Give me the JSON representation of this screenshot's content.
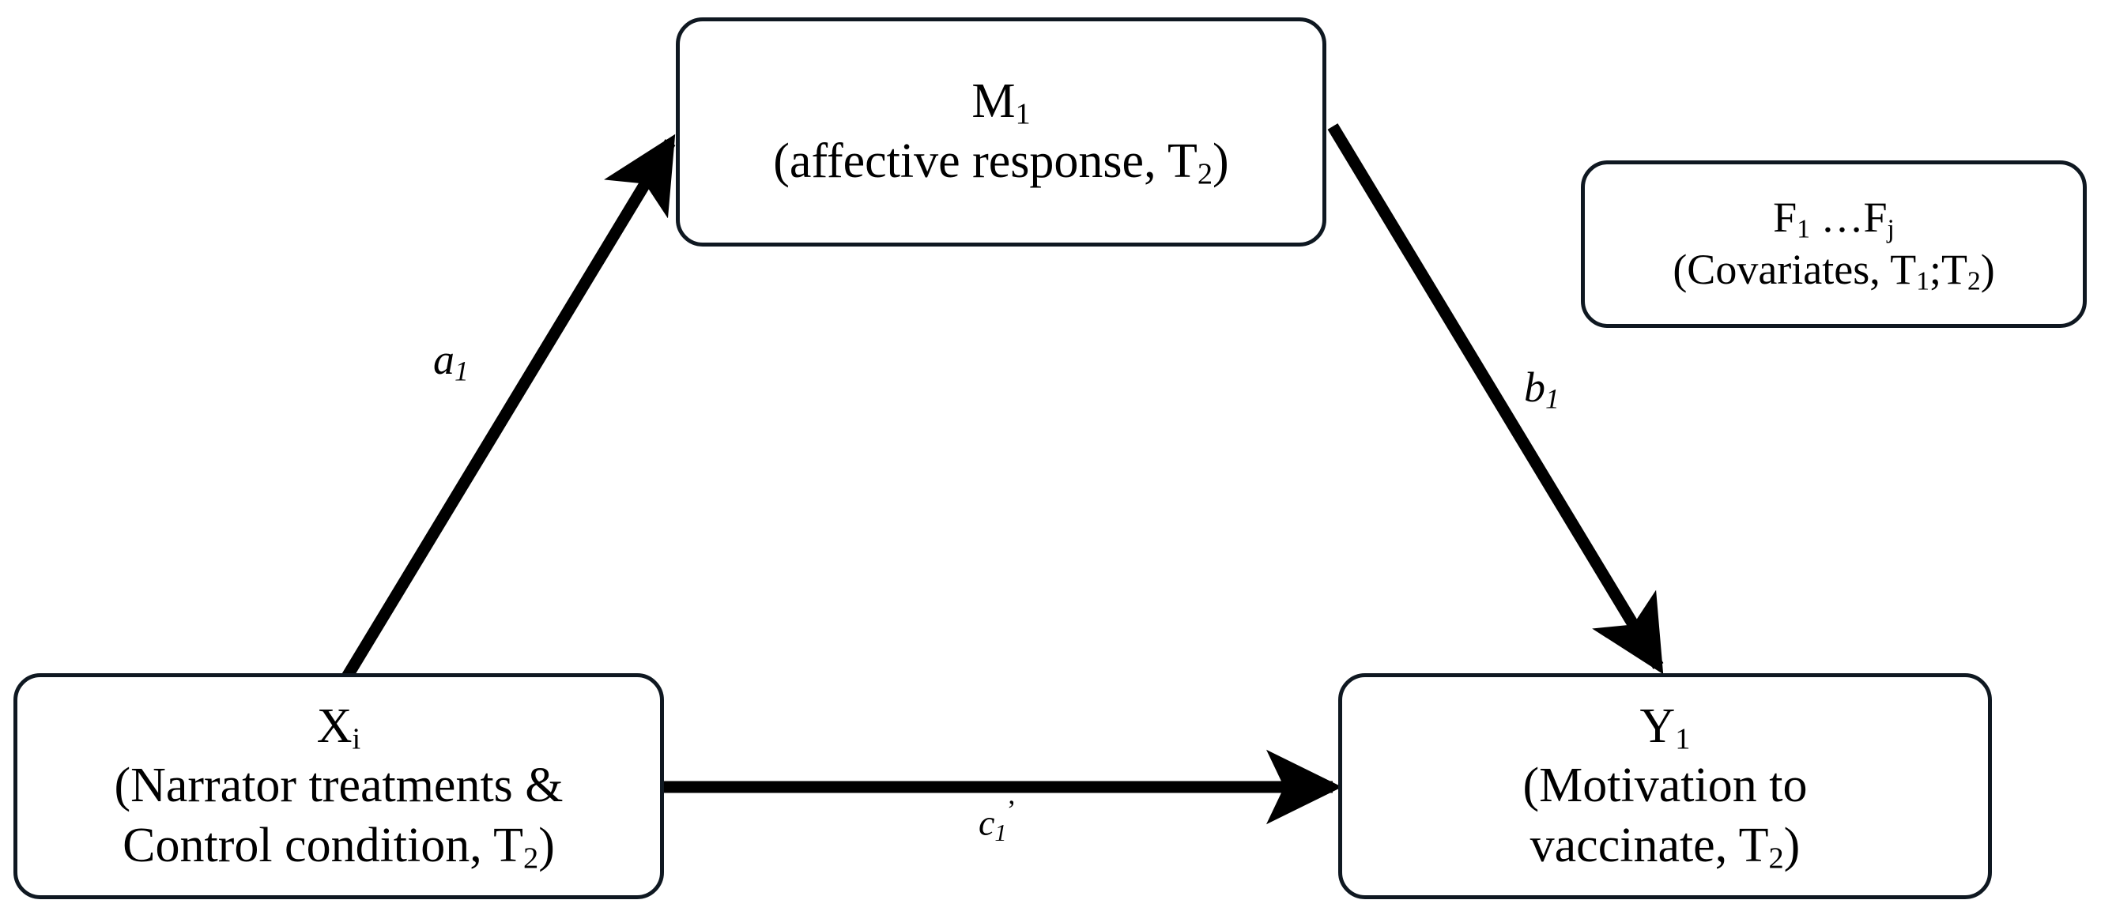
{
  "diagram": {
    "type": "mediation-path-model",
    "background_color": "#ffffff",
    "stroke_color": "#0f1821",
    "nodes": [
      {
        "id": "m1",
        "role": "mediator",
        "title": "M",
        "title_sub": "1",
        "sub_prefix": "(affective response, T",
        "sub_sub": "2",
        "sub_suffix": ")"
      },
      {
        "id": "covariates",
        "role": "covariates",
        "title_prefix": "F",
        "title_sub": "1",
        "title_mid": " …F",
        "title_sub2": "j",
        "sub_prefix": "(Covariates, T",
        "sub_sub": "1",
        "sub_mid": ";T",
        "sub_sub2": "2",
        "sub_suffix": ")"
      },
      {
        "id": "x",
        "role": "independent-variable",
        "title": "X",
        "title_sub": "i",
        "line2": "(Narrator treatments &",
        "line3_prefix": "Control condition, T",
        "line3_sub": "2",
        "line3_suffix": ")"
      },
      {
        "id": "y",
        "role": "outcome",
        "title": "Y",
        "title_sub": "1",
        "line2": "(Motivation to",
        "line3_prefix": "vaccinate, T",
        "line3_sub": "2",
        "line3_suffix": ")"
      }
    ],
    "edges": [
      {
        "id": "a1",
        "from": "x",
        "to": "m1",
        "label": "a",
        "label_sub": "1",
        "prime": ""
      },
      {
        "id": "b1",
        "from": "m1",
        "to": "y",
        "label": "b",
        "label_sub": "1",
        "prime": ""
      },
      {
        "id": "c1",
        "from": "x",
        "to": "y",
        "label": "c",
        "label_sub": "1",
        "prime": "’"
      }
    ]
  }
}
